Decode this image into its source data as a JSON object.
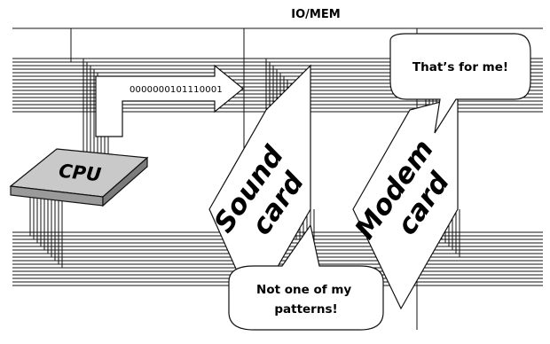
{
  "diagram": {
    "title": "IO/MEM",
    "address_bits": "0000000101110001",
    "cpu_label": "CPU",
    "sound_card": {
      "line1": "Sound",
      "line2": "card"
    },
    "modem_card": {
      "line1": "Modem",
      "line2": "card"
    },
    "modem_bubble": "That’s for me!",
    "sound_bubble": {
      "line1": "Not one of my",
      "line2": "patterns!"
    }
  }
}
